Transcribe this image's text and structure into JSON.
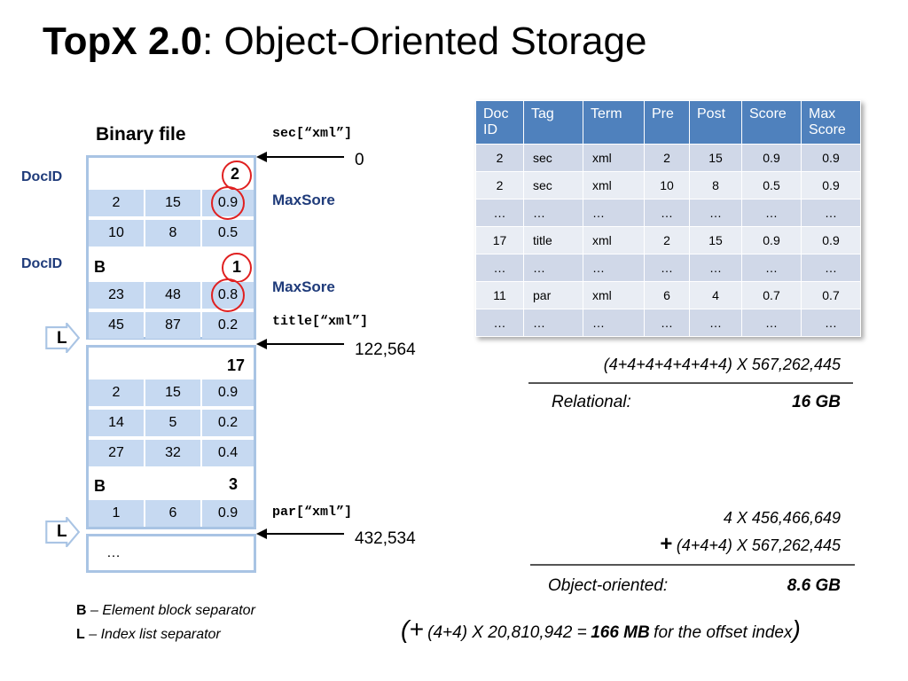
{
  "title": {
    "bold": "TopX 2.0",
    "rest": ": Object-Oriented Storage"
  },
  "binary_file": {
    "label": "Binary file",
    "docid_label": "DocID",
    "block1": {
      "docid": "2",
      "rows": [
        [
          "2",
          "15",
          "0.9"
        ],
        [
          "10",
          "8",
          "0.5"
        ]
      ]
    },
    "block2": {
      "sep": "B",
      "docid": "1",
      "rows": [
        [
          "23",
          "48",
          "0.8"
        ],
        [
          "45",
          "87",
          "0.2"
        ]
      ]
    },
    "block3": {
      "docid": "17",
      "rows": [
        [
          "2",
          "15",
          "0.9"
        ],
        [
          "14",
          "5",
          "0.2"
        ],
        [
          "27",
          "32",
          "0.4"
        ]
      ]
    },
    "block4": {
      "sep": "B",
      "docid": "3",
      "rows": [
        [
          "1",
          "6",
          "0.9"
        ]
      ]
    },
    "block5": {
      "ellipsis": "…"
    },
    "L": "L"
  },
  "annotations": {
    "sec": "sec[“xml”]",
    "title": "title[“xml”]",
    "par": "par[“xml”]",
    "maxsore": "MaxSore",
    "offset0": "0",
    "offset1": "122,564",
    "offset2": "432,534"
  },
  "table": {
    "headers": [
      "Doc ID",
      "Tag",
      "Term",
      "Pre",
      "Post",
      "Score",
      "Max Score"
    ],
    "rows": [
      [
        "2",
        "sec",
        "xml",
        "2",
        "15",
        "0.9",
        "0.9"
      ],
      [
        "2",
        "sec",
        "xml",
        "10",
        "8",
        "0.5",
        "0.9"
      ],
      [
        "…",
        "…",
        "…",
        "…",
        "…",
        "…",
        "…"
      ],
      [
        "17",
        "title",
        "xml",
        "2",
        "15",
        "0.9",
        "0.9"
      ],
      [
        "…",
        "…",
        "…",
        "…",
        "…",
        "…",
        "…"
      ],
      [
        "11",
        "par",
        "xml",
        "6",
        "4",
        "0.7",
        "0.7"
      ],
      [
        "…",
        "…",
        "…",
        "…",
        "…",
        "…",
        "…"
      ]
    ]
  },
  "relational": {
    "formula": "(4+4+4+4+4+4+4) X 567,262,445",
    "label": "Relational:",
    "value": "16 GB"
  },
  "object_oriented": {
    "line1": "4 X 456,466,649",
    "plus": "+",
    "line2": "(4+4+4) X 567,262,445",
    "label": "Object-oriented:",
    "value": "8.6 GB"
  },
  "offset_index": {
    "open": "(+",
    "formula": "(4+4) X 20,810,942 =",
    "size": "166 MB",
    "rest": "for the offset index",
    "close": ")"
  },
  "legend": {
    "b_key": "B",
    "b_text": "– Element block separator",
    "l_key": "L",
    "l_text": "– Index list separator"
  }
}
